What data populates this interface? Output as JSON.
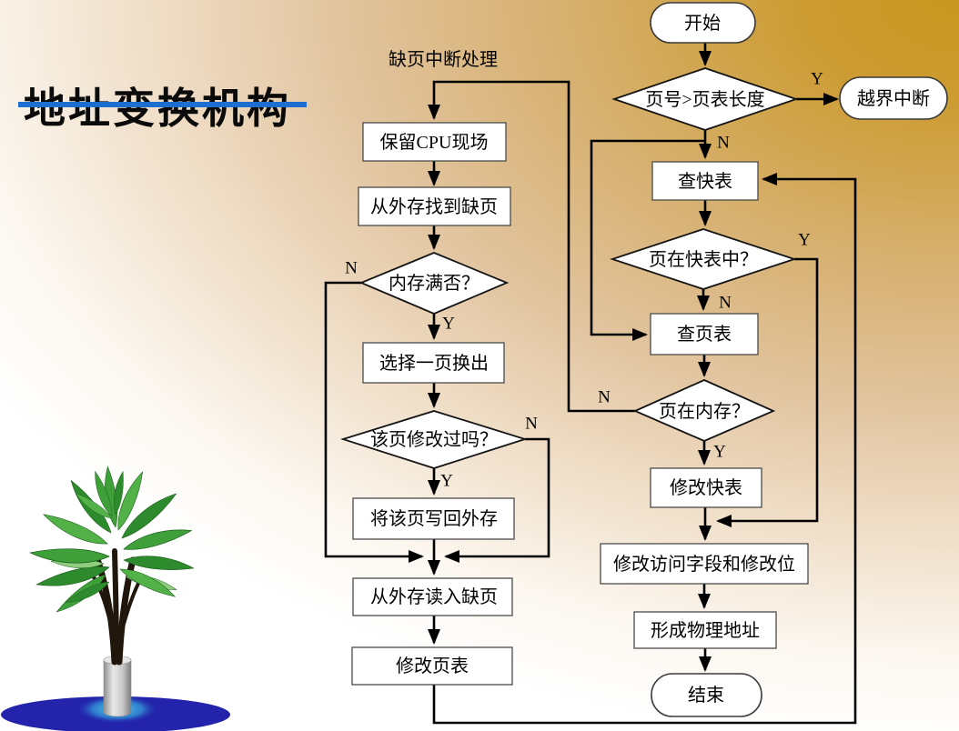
{
  "slide": {
    "title": "地址变换机构",
    "underline_color": "#1C6FD0",
    "background_gold": "#C9981F",
    "background_white": "#FFFFFF"
  },
  "flowchart": {
    "section_label": "缺页中断处理",
    "labels": {
      "yes": "Y",
      "no": "N"
    },
    "nodes": {
      "start": {
        "label": "开始",
        "type": "terminator"
      },
      "check_bounds": {
        "label": "页号>页表长度",
        "type": "decision"
      },
      "out_of_bounds": {
        "label": "越界中断",
        "type": "terminator"
      },
      "check_tlb": {
        "label": "查快表",
        "type": "process"
      },
      "in_tlb": {
        "label": "页在快表中？",
        "type": "decision"
      },
      "check_page_table": {
        "label": "查页表",
        "type": "process"
      },
      "in_memory": {
        "label": "页在内存？",
        "type": "decision"
      },
      "update_tlb": {
        "label": "修改快表",
        "type": "process"
      },
      "update_fields": {
        "label": "修改访问字段和修改位",
        "type": "process"
      },
      "form_address": {
        "label": "形成物理地址",
        "type": "process"
      },
      "end": {
        "label": "结束",
        "type": "terminator"
      },
      "save_cpu": {
        "label": "保留CPU现场",
        "type": "process"
      },
      "find_page": {
        "label": "从外存找到缺页",
        "type": "process"
      },
      "memory_full": {
        "label": "内存满否？",
        "type": "decision"
      },
      "select_page": {
        "label": "选择一页换出",
        "type": "decision-result"
      },
      "page_modified": {
        "label": "该页修改过吗？",
        "type": "decision"
      },
      "write_back": {
        "label": "将该页写回外存",
        "type": "process"
      },
      "read_page": {
        "label": "从外存读入缺页",
        "type": "process"
      },
      "update_page_table": {
        "label": "修改页表",
        "type": "process"
      }
    },
    "edges": [
      {
        "from": "start",
        "to": "check_bounds"
      },
      {
        "from": "check_bounds",
        "to": "out_of_bounds",
        "label": "Y"
      },
      {
        "from": "check_bounds",
        "to": "check_tlb",
        "label": "N"
      },
      {
        "from": "check_bounds",
        "to": "check_page_table",
        "note": "parallel branch off the N edge"
      },
      {
        "from": "check_tlb",
        "to": "in_tlb"
      },
      {
        "from": "in_tlb",
        "to": "check_page_table",
        "label": "N"
      },
      {
        "from": "in_tlb",
        "to": "update_fields",
        "label": "Y"
      },
      {
        "from": "check_page_table",
        "to": "in_memory"
      },
      {
        "from": "in_memory",
        "to": "update_tlb",
        "label": "Y"
      },
      {
        "from": "in_memory",
        "to": "save_cpu",
        "label": "N",
        "note": "page fault → 缺页中断处理"
      },
      {
        "from": "update_tlb",
        "to": "update_fields"
      },
      {
        "from": "update_fields",
        "to": "form_address"
      },
      {
        "from": "form_address",
        "to": "end"
      },
      {
        "from": "save_cpu",
        "to": "find_page"
      },
      {
        "from": "find_page",
        "to": "memory_full"
      },
      {
        "from": "memory_full",
        "to": "select_page",
        "label": "Y"
      },
      {
        "from": "memory_full",
        "to": "read_page",
        "label": "N"
      },
      {
        "from": "select_page",
        "to": "page_modified"
      },
      {
        "from": "page_modified",
        "to": "write_back",
        "label": "Y"
      },
      {
        "from": "page_modified",
        "to": "read_page",
        "label": "N"
      },
      {
        "from": "write_back",
        "to": "read_page"
      },
      {
        "from": "read_page",
        "to": "update_page_table"
      },
      {
        "from": "update_page_table",
        "to": "check_tlb",
        "note": "retry after page fault handled"
      }
    ]
  },
  "decor": {
    "plant_shadow_color": "#2323AB",
    "plant_glow_color": "#58DCF5",
    "pot_color": "#C9C9C9",
    "leaf_colors": [
      "#2E8B2D",
      "#3FA03A",
      "#52B247",
      "#8FCE7D"
    ]
  }
}
